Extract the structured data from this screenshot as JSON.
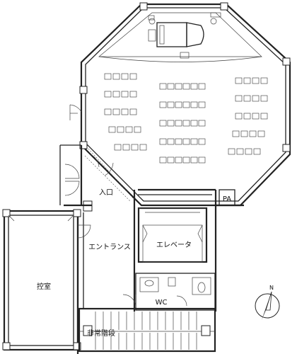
{
  "rooms": {
    "entrance_hall": "入口",
    "entrance": "エントランス",
    "elevator": "エレベータ",
    "waiting_room": "控室",
    "restroom": "WC",
    "emergency_stairs": "非常階段",
    "pa_booth": "PA"
  },
  "compass": {
    "north_label": "N",
    "icon": "north-arrow-icon"
  },
  "hall": {
    "seat_blocks": [
      {
        "rows": 5,
        "cols": 4,
        "shape": "left-wing"
      },
      {
        "rows": 5,
        "cols": 6,
        "shape": "center"
      },
      {
        "rows": 5,
        "cols": 4,
        "shape": "right-wing"
      }
    ],
    "stage_items": [
      "grand-piano-icon",
      "stage-monitor-icon"
    ]
  }
}
